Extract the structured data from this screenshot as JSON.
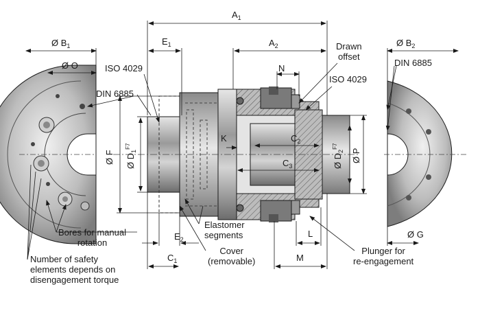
{
  "labels": {
    "phi_b1": {
      "base": "Ø B",
      "sub": "1"
    },
    "phi_o": "Ø O",
    "e1": {
      "base": "E",
      "sub": "1"
    },
    "a1": {
      "base": "A",
      "sub": "1"
    },
    "a2": {
      "base": "A",
      "sub": "2"
    },
    "drawn_offset": [
      "Drawn",
      "offset"
    ],
    "phi_b2": {
      "base": "Ø B",
      "sub": "2"
    },
    "iso_left": "ISO 4029",
    "iso_right": "ISO 4029",
    "n": "N",
    "din_left": "DIN 6885",
    "din_right": "DIN 6885",
    "phi_f": "Ø F",
    "phi_d1": {
      "base": "Ø D",
      "sub": "1",
      "sup": "F7"
    },
    "k": "K",
    "c2": {
      "base": "C",
      "sub": "2"
    },
    "c3": {
      "base": "C",
      "sub": "3"
    },
    "phi_d2": {
      "base": "Ø D",
      "sub": "2",
      "sup": "F7"
    },
    "phi_p": "Ø P",
    "elastomer": [
      "Elastomer",
      "segments"
    ],
    "bores": [
      "Bores for manual",
      "rotation"
    ],
    "e2": {
      "base": "E",
      "sub": "2"
    },
    "cover": [
      "Cover",
      "(removable)"
    ],
    "l": "L",
    "phi_g": "Ø G",
    "plunger": [
      "Plunger for",
      "re-engagement"
    ],
    "c1": {
      "base": "C",
      "sub": "1"
    },
    "m": "M",
    "safety": [
      "Number of safety",
      "elements depends on",
      "disengagement torque"
    ]
  },
  "colors": {
    "line": "#1a1a1a",
    "metal_dark": "#6f6f6f",
    "metal_mid": "#a8a8a8",
    "metal_light": "#dcdcdc",
    "hatch": "#555555"
  }
}
